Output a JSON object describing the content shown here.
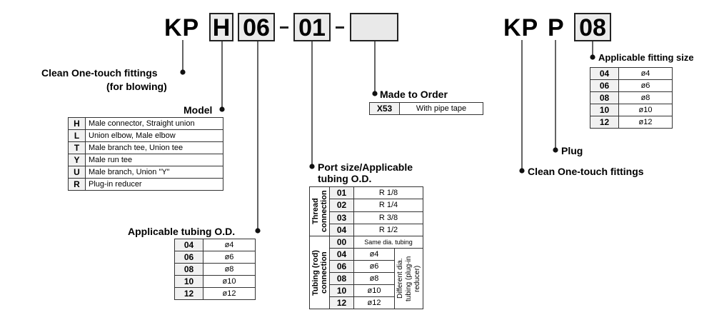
{
  "left_code": {
    "prefix": "KP",
    "model": "H",
    "size": "06",
    "port": "01",
    "mto": ""
  },
  "right_code": {
    "prefix": "KP",
    "type": "P",
    "size": "08"
  },
  "labels": {
    "clean_fittings_blowing_1": "Clean One-touch fittings",
    "clean_fittings_blowing_2": "(for blowing)",
    "model": "Model",
    "applicable_tubing": "Applicable tubing O.D.",
    "port_size_1": "Port size/Applicable",
    "port_size_2": "tubing O.D.",
    "made_to_order": "Made to Order",
    "applicable_fitting_size": "Applicable fitting size",
    "plug": "Plug",
    "clean_fittings": "Clean One-touch fittings",
    "thread_connection": "Thread connection",
    "tubing_connection": "Tubing (rod) connection",
    "different_dia": "Different dia. tubing (plug-in reducer)"
  },
  "model_table": [
    {
      "code": "H",
      "desc": "Male connector, Straight union"
    },
    {
      "code": "L",
      "desc": "Union elbow, Male elbow"
    },
    {
      "code": "T",
      "desc": "Male branch tee, Union tee"
    },
    {
      "code": "Y",
      "desc": "Male run tee"
    },
    {
      "code": "U",
      "desc": "Male branch, Union \"Y\""
    },
    {
      "code": "R",
      "desc": "Plug-in reducer"
    }
  ],
  "tubing_table": [
    {
      "code": "04",
      "desc": "ø4"
    },
    {
      "code": "06",
      "desc": "ø6"
    },
    {
      "code": "08",
      "desc": "ø8"
    },
    {
      "code": "10",
      "desc": "ø10"
    },
    {
      "code": "12",
      "desc": "ø12"
    }
  ],
  "mto_table": [
    {
      "code": "X53",
      "desc": "With pipe tape"
    }
  ],
  "port_thread": [
    {
      "code": "01",
      "desc": "R 1/8"
    },
    {
      "code": "02",
      "desc": "R 1/4"
    },
    {
      "code": "03",
      "desc": "R 3/8"
    },
    {
      "code": "04",
      "desc": "R 1/2"
    }
  ],
  "port_tubing_same": {
    "code": "00",
    "desc": "Same dia. tubing"
  },
  "port_tubing_diff": [
    {
      "code": "04",
      "desc": "ø4"
    },
    {
      "code": "06",
      "desc": "ø6"
    },
    {
      "code": "08",
      "desc": "ø8"
    },
    {
      "code": "10",
      "desc": "ø10"
    },
    {
      "code": "12",
      "desc": "ø12"
    }
  ],
  "fitting_size_table": [
    {
      "code": "04",
      "desc": "ø4"
    },
    {
      "code": "06",
      "desc": "ø6"
    },
    {
      "code": "08",
      "desc": "ø8"
    },
    {
      "code": "10",
      "desc": "ø10"
    },
    {
      "code": "12",
      "desc": "ø12"
    }
  ]
}
